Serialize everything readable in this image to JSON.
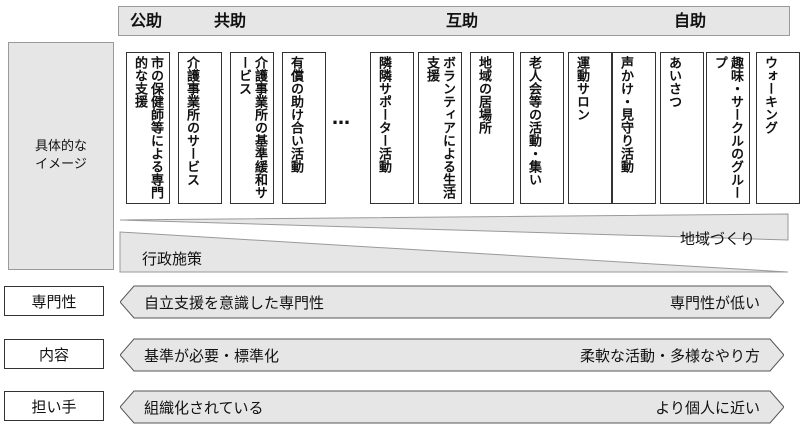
{
  "header": {
    "labels": [
      "公助",
      "共助",
      "互助",
      "自助"
    ]
  },
  "left_label": "具体的な\nイメージ",
  "examples": [
    "市の保健師等による専門的な支援",
    "介護事業所のサービス",
    "介護事業所の基準緩和サービス",
    "有償の助け合い活動",
    "隣隣サポーター活動",
    "ボランティアによる生活支援",
    "地域の居場所",
    "老人会等の活動・集い",
    "運動サロン",
    "声かけ・見守り活動",
    "あいさつ",
    "趣味・サークルのグループ",
    "ウォーキング"
  ],
  "ellipsis": "…",
  "wedges": {
    "top": "地域づくり",
    "bottom": "行政施策"
  },
  "rows": [
    {
      "label": "専門性",
      "left": "自立支援を意識した専門性",
      "right": "専門性が低い"
    },
    {
      "label": "内容",
      "left": "基準が必要・標準化",
      "right": "柔軟な活動・多様なやり方"
    },
    {
      "label": "担い手",
      "left": "組織化されている",
      "right": "より個人に近い"
    }
  ],
  "colors": {
    "panel": "#e6e6e6",
    "border": "#333333"
  }
}
